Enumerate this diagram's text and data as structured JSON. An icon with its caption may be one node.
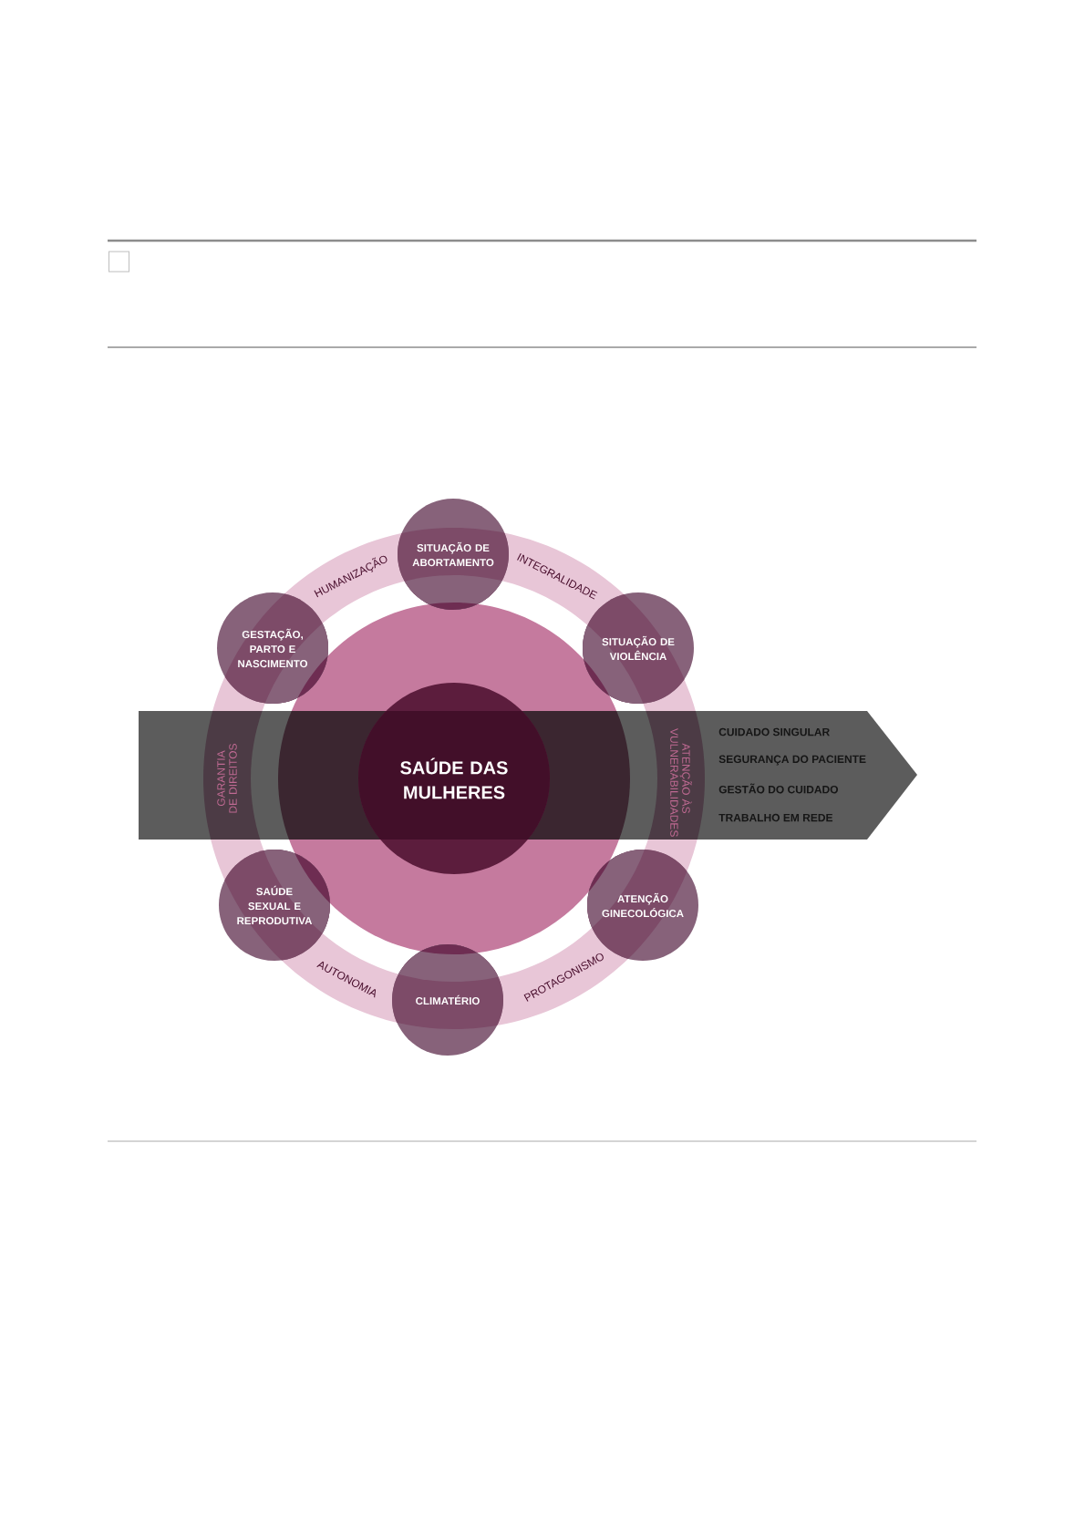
{
  "diagram": {
    "nodes": [
      {
        "text": [
          "SITUAÇÃO DE ABORTAMENTO"
        ]
      },
      {
        "text": [
          "GESTAÇÃO, PARTO E NASCIMENTO"
        ]
      },
      {
        "text": [
          "SITUAÇÃO DE VIOLÊNCIA"
        ]
      },
      {
        "text": [
          "CUIDADO SINGULAR",
          "SEGURANÇA DO PACIENTE",
          "GESTÃO DO CUIDADO",
          "TRABALHO EM REDE"
        ]
      },
      {
        "text": [
          "SAÚDE DAS MULHERES"
        ]
      },
      {
        "text": [
          "SAÚDE SEXUAL E REPRODUTIVA"
        ]
      },
      {
        "text": [
          "ATENÇÃO GINECOLÓGICA"
        ]
      },
      {
        "text": [
          "CLIMATÉRIO"
        ]
      }
    ],
    "labels": [
      "HUMANIZAÇÃO",
      "INTEGRALIDADE",
      "GARANTIA DE DIREITOS",
      "ATENÇÃO ÀS VULNERABILIDADES",
      "AUTONOMIA",
      "PROTAGONISMO"
    ]
  }
}
